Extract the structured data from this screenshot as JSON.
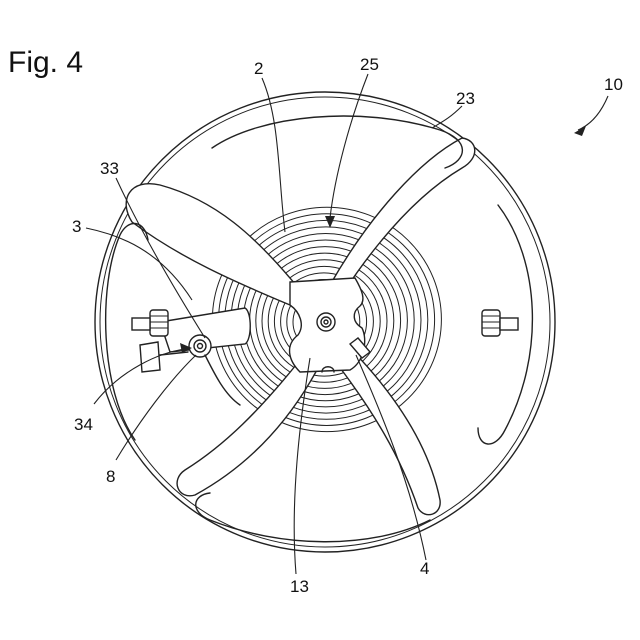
{
  "figure": {
    "title": "Fig. 4"
  },
  "reference_numerals": [
    {
      "id": "n2",
      "text": "2"
    },
    {
      "id": "n25",
      "text": "25"
    },
    {
      "id": "n23",
      "text": "23"
    },
    {
      "id": "n10",
      "text": "10"
    },
    {
      "id": "n33",
      "text": "33"
    },
    {
      "id": "n3",
      "text": "3"
    },
    {
      "id": "n34",
      "text": "34"
    },
    {
      "id": "n8",
      "text": "8"
    },
    {
      "id": "n13",
      "text": "13"
    },
    {
      "id": "n4",
      "text": "4"
    }
  ]
}
